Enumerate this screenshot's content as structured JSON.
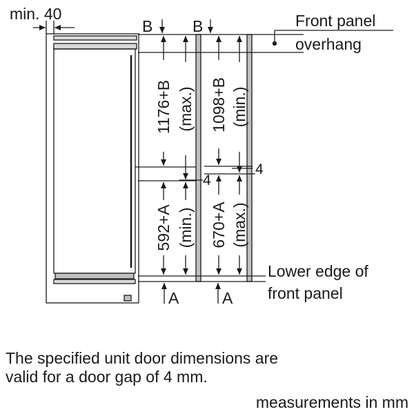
{
  "labels": {
    "min_gap": "min. 40",
    "ref_b": "B",
    "ref_a": "A",
    "front_panel_overhang_line1": "Front panel",
    "front_panel_overhang_line2": "overhang",
    "lower_edge_line1": "Lower edge of",
    "lower_edge_line2": "front panel",
    "gap_value": "4"
  },
  "dimensions": {
    "upper_left_value": "1176+B",
    "upper_left_qualifier": "(max.)",
    "upper_right_value": "1098+B",
    "upper_right_qualifier": "(min.)",
    "lower_left_value": "592+A",
    "lower_left_qualifier": "(min.)",
    "lower_right_value": "670+A",
    "lower_right_qualifier": "(max.)"
  },
  "notes": {
    "line1": "The specified unit door dimensions are",
    "line2": "valid for a door gap of 4 mm.",
    "units": "measurements in mm"
  }
}
